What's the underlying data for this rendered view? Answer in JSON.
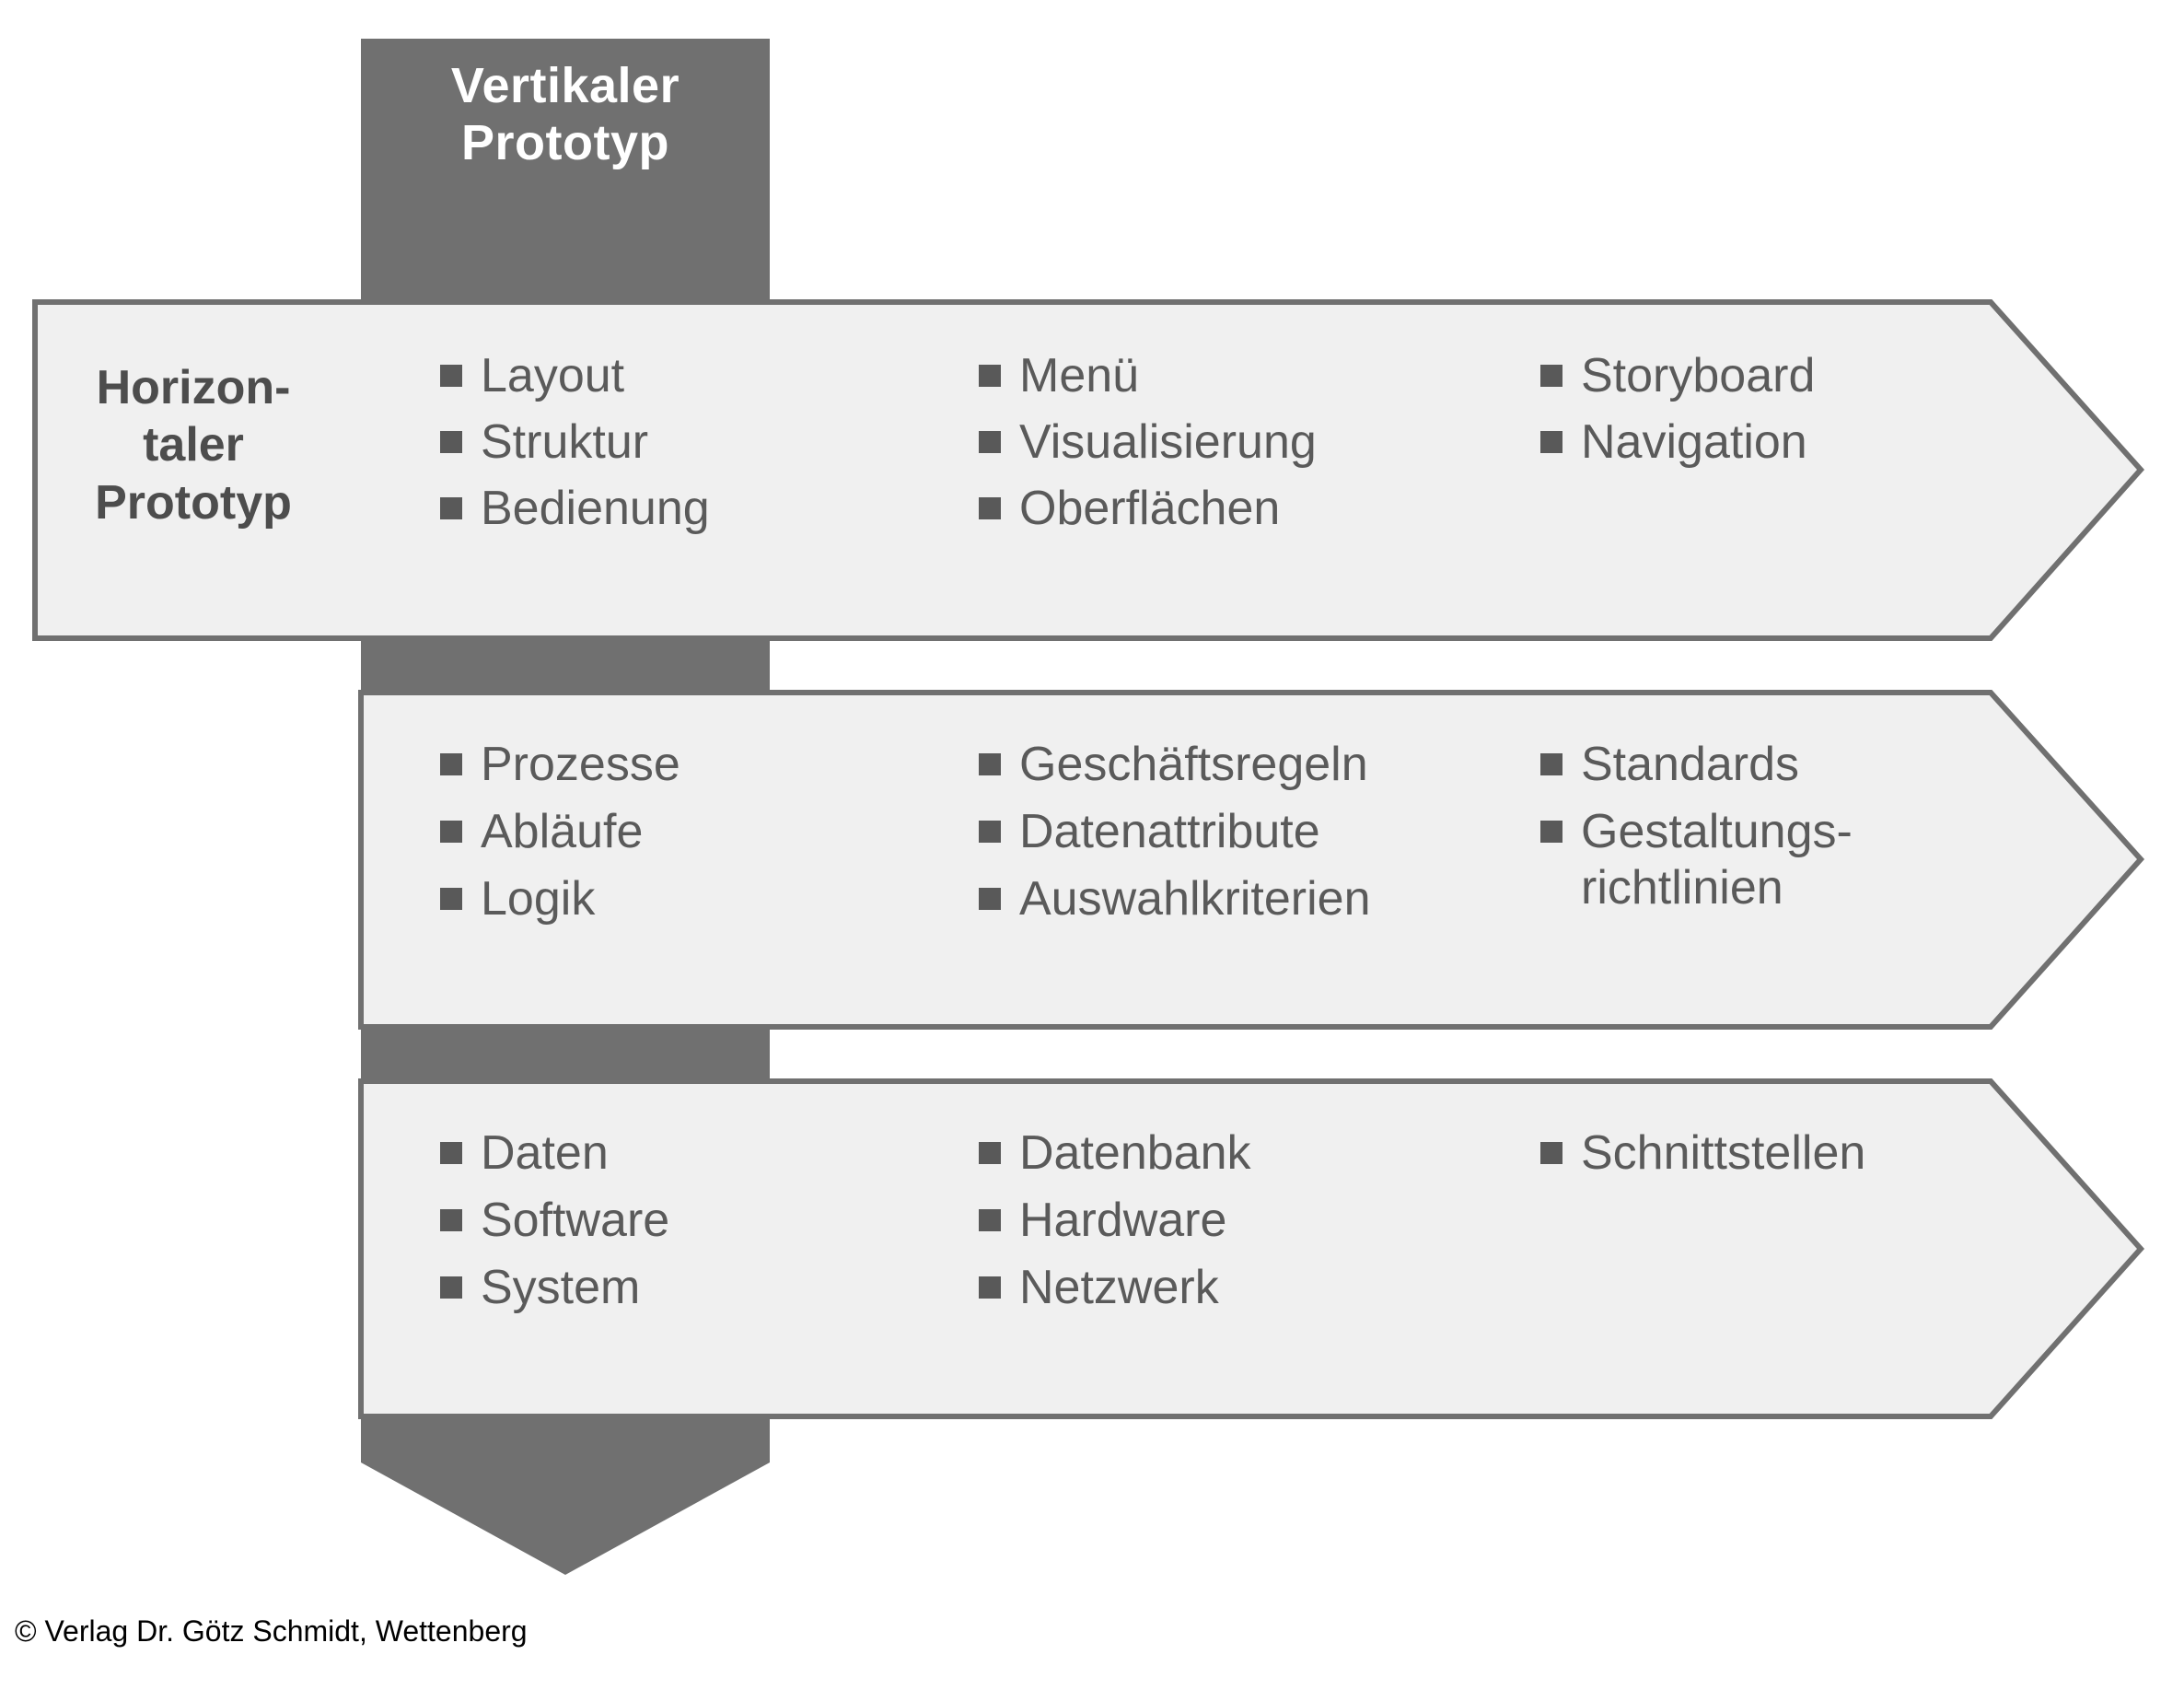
{
  "diagram": {
    "vertical_axis": {
      "label": "Vertikaler\nPrototyp",
      "color": "#707070",
      "text_color": "#ffffff"
    },
    "horizontal_axis": {
      "label": "Horizon-\ntaler\nPrototyp",
      "text_color": "#4d4d4d"
    },
    "band_fill": "#f0f0f0",
    "band_border": "#707070",
    "bullet_color": "#595959",
    "bullet_text_color": "#5a5a5a",
    "bands": [
      {
        "name": "presentation-layer",
        "columns": [
          {
            "items": [
              "Layout",
              "Struktur",
              "Bedienung"
            ]
          },
          {
            "items": [
              "Menü",
              "Visualisierung",
              "Oberflächen"
            ]
          },
          {
            "items": [
              "Storyboard",
              "Navigation"
            ]
          }
        ]
      },
      {
        "name": "logic-layer",
        "columns": [
          {
            "items": [
              "Prozesse",
              "Abläufe",
              "Logik"
            ]
          },
          {
            "items": [
              "Geschäftsregeln",
              "Datenattribute",
              "Auswahlkriterien"
            ]
          },
          {
            "items": [
              "Standards",
              "Gestaltungs-\nrichtlinien"
            ]
          }
        ]
      },
      {
        "name": "technical-layer",
        "columns": [
          {
            "items": [
              "Daten",
              "Software",
              "System"
            ]
          },
          {
            "items": [
              "Datenbank",
              "Hardware",
              "Netzwerk"
            ]
          },
          {
            "items": [
              "Schnittstellen"
            ]
          }
        ]
      }
    ]
  },
  "footer": {
    "copyright": "© Verlag Dr. Götz Schmidt, Wettenberg"
  }
}
